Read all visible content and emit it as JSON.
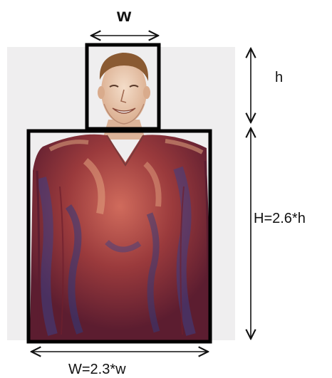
{
  "labels": {
    "head_width": "w",
    "head_height": "h",
    "body_height": "H=2.6*h",
    "body_width": "W=2.3*w"
  },
  "colors": {
    "box_stroke": "#000000",
    "shirt_dark": "#6e1f2e",
    "shirt_mid": "#9a3a3c",
    "shirt_light": "#c98a6f",
    "shirt_blue": "#3c3f86",
    "skin": "#e8c8b0",
    "hair": "#8a5a32",
    "background": "#efeeef"
  },
  "icons": {
    "arrow": "double-headed-arrow",
    "figure": "sketched-man-portrait"
  }
}
